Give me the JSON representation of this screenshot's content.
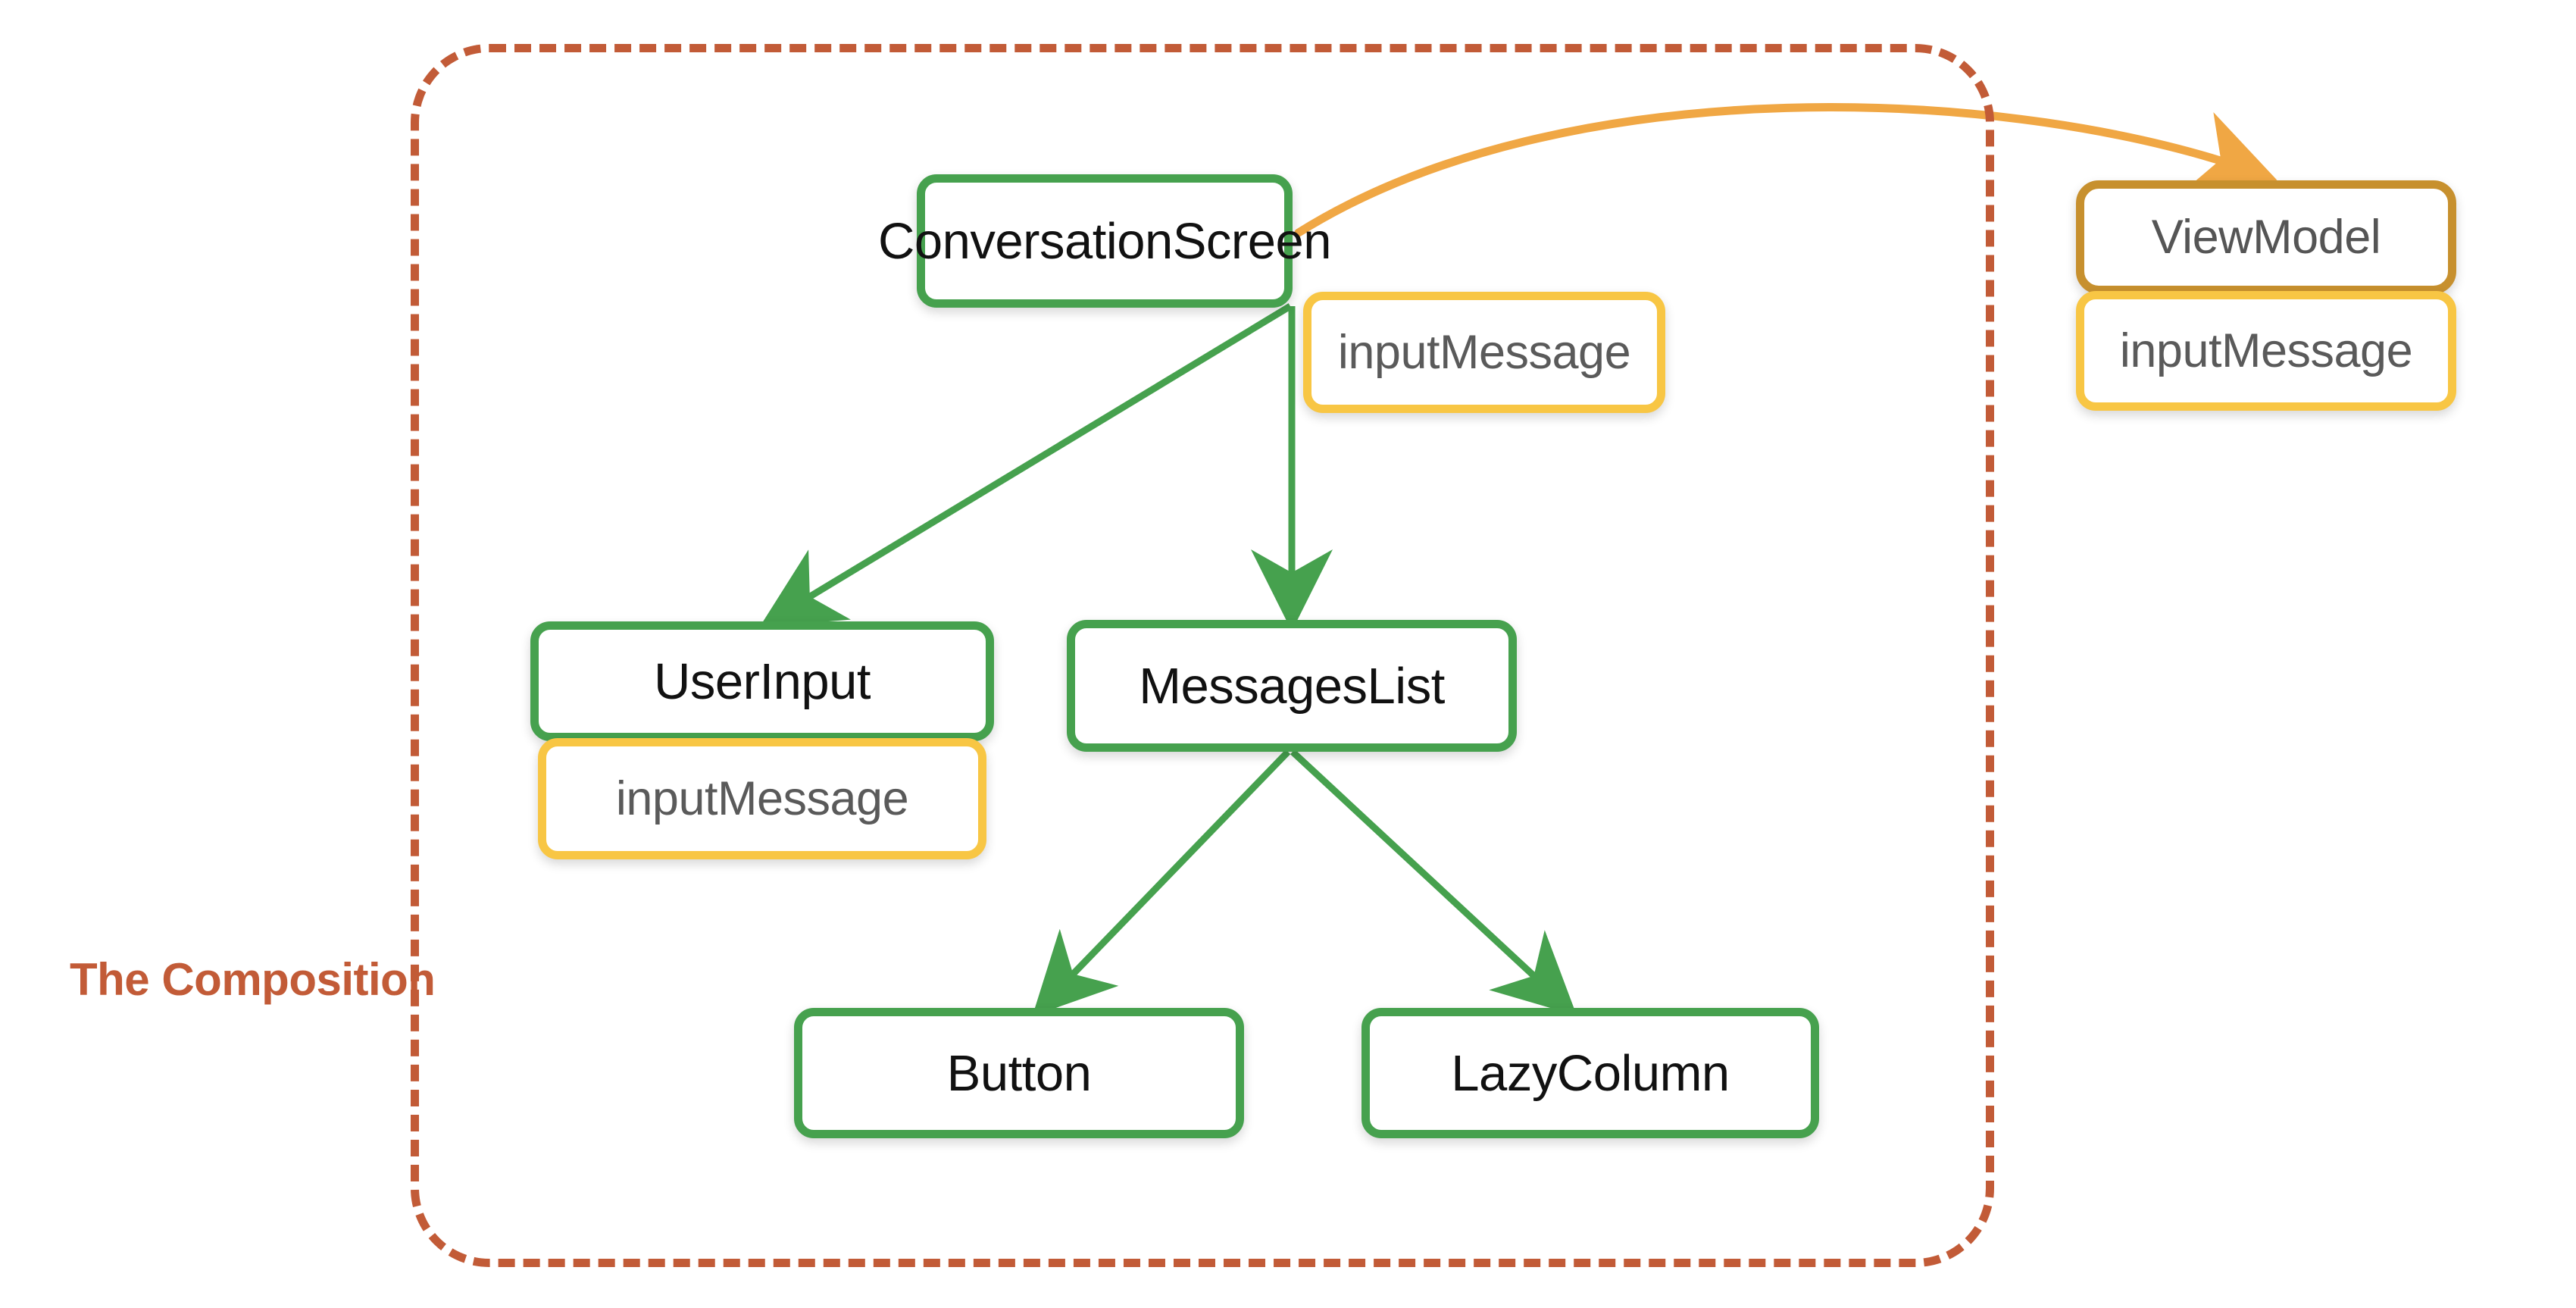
{
  "diagram": {
    "title": "The Composition",
    "boundary_label": "The Composition",
    "colors": {
      "composable_border": "#46A14E",
      "state_border": "#F8C644",
      "viewmodel_border": "#C7902E",
      "boundary_dashed": "#C25B37",
      "state_arrow": "#F0A744",
      "tree_arrow": "#46A14E",
      "background": "#FFFFFF"
    },
    "nodes": [
      {
        "id": "conversation-screen",
        "label": "ConversationScreen",
        "kind": "composable"
      },
      {
        "id": "conversation-screen-state",
        "label": "inputMessage",
        "kind": "state"
      },
      {
        "id": "view-model",
        "label": "ViewModel",
        "kind": "viewmodel"
      },
      {
        "id": "view-model-state",
        "label": "inputMessage",
        "kind": "state"
      },
      {
        "id": "user-input",
        "label": "UserInput",
        "kind": "composable"
      },
      {
        "id": "user-input-state",
        "label": "inputMessage",
        "kind": "state"
      },
      {
        "id": "messages-list",
        "label": "MessagesList",
        "kind": "composable"
      },
      {
        "id": "button",
        "label": "Button",
        "kind": "composable"
      },
      {
        "id": "lazy-column",
        "label": "LazyColumn",
        "kind": "composable"
      }
    ],
    "edges": [
      {
        "from": "conversation-screen",
        "to": "user-input",
        "style": "solid",
        "color": "#46A14E"
      },
      {
        "from": "conversation-screen",
        "to": "messages-list",
        "style": "solid",
        "color": "#46A14E"
      },
      {
        "from": "messages-list",
        "to": "button",
        "style": "solid",
        "color": "#46A14E"
      },
      {
        "from": "messages-list",
        "to": "lazy-column",
        "style": "solid",
        "color": "#46A14E"
      },
      {
        "from": "conversation-screen",
        "to": "view-model",
        "style": "curved",
        "color": "#F0A744"
      }
    ]
  }
}
